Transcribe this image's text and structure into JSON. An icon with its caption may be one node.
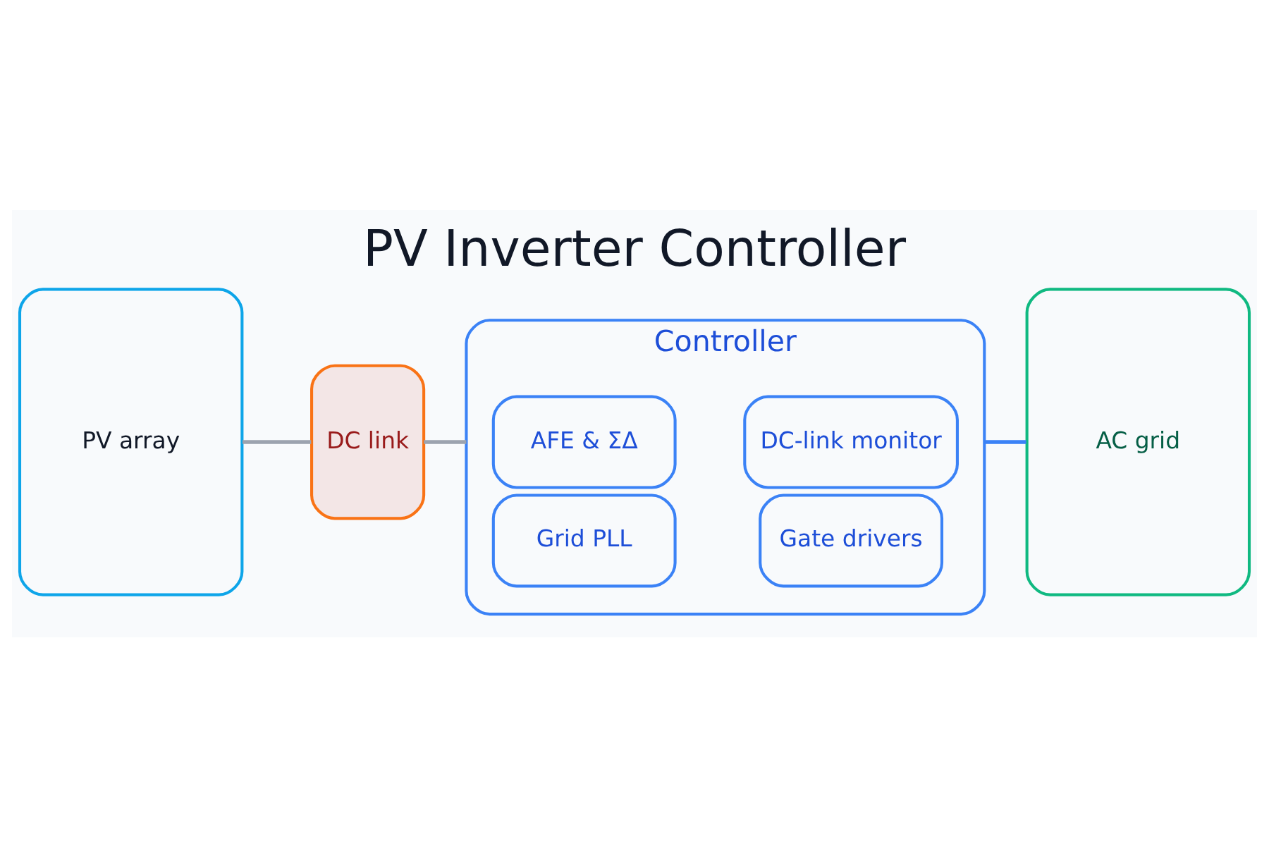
{
  "diagram": {
    "title": "PV Inverter Controller",
    "nodes": [
      {
        "text": [
          "PV array"
        ]
      },
      {
        "text": [
          "DC link"
        ]
      },
      {
        "text": [
          "Controller"
        ]
      },
      {
        "text": [
          "AFE & ΣΔ"
        ],
        "in": 2
      },
      {
        "text": [
          "DC-link monitor"
        ],
        "in": 2
      },
      {
        "text": [
          "Grid PLL"
        ],
        "in": 2
      },
      {
        "text": [
          "Gate drivers"
        ],
        "in": 2
      },
      {
        "text": [
          "AC grid"
        ]
      }
    ],
    "edges": [
      {
        "from": 0,
        "to": 1,
        "arrow": "none"
      },
      {
        "from": 1,
        "to": 2,
        "arrow": "none"
      },
      {
        "from": 2,
        "to": 7,
        "arrow": "none",
        "color": "#3b82f6"
      }
    ]
  }
}
